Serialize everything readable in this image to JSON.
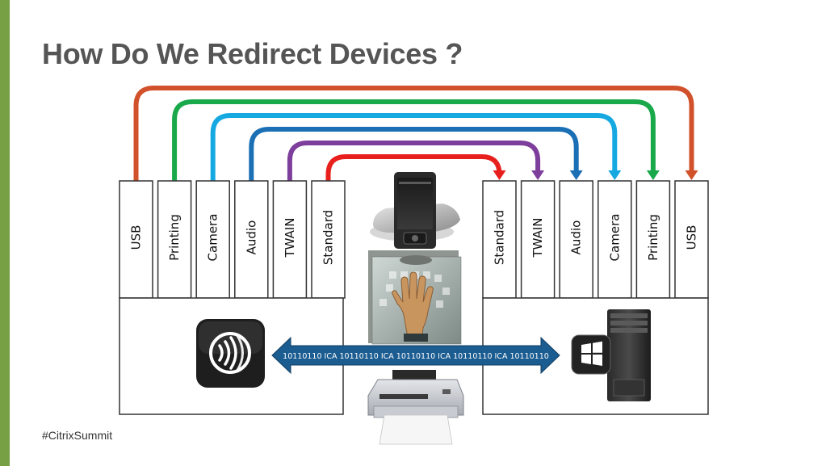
{
  "slide": {
    "title": "How Do We Redirect Devices ?",
    "footer": "#CitrixSummit",
    "accent_color": "#76a043"
  },
  "diagram": {
    "client_channels": [
      "USB",
      "Printing",
      "Camera",
      "Audio",
      "TWAIN",
      "Standard"
    ],
    "server_channels": [
      "Standard",
      "TWAIN",
      "Audio",
      "Camera",
      "Printing",
      "USB"
    ],
    "arc_colors": {
      "USB": "#d1512b",
      "Printing": "#19a84a",
      "Camera": "#16a9e1",
      "Audio": "#1a6fb5",
      "TWAIN": "#7d3f9b",
      "Standard": "#e8201d"
    },
    "ica_stream_text": "10110110 ICA 10110110 ICA  10110110 ICA  10110110 ICA  10110110",
    "ica_arrow_color": "#1b5c91",
    "devices": [
      "smartphone-icon",
      "touch-hand-icon",
      "printer-icon"
    ],
    "client_icon": "citrix-receiver-icon",
    "server_icon": "windows-server-icon"
  }
}
